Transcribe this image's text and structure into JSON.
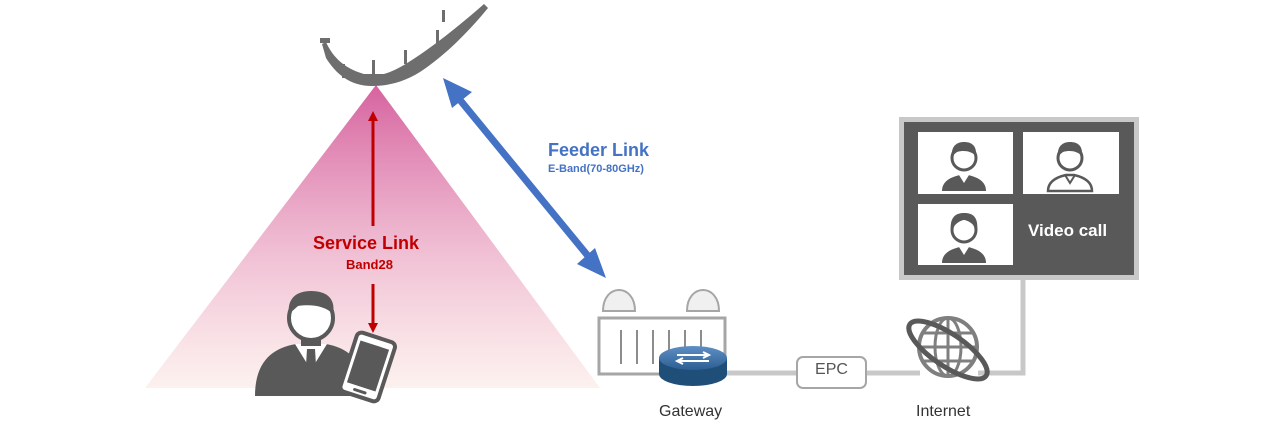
{
  "feeder_link": {
    "title": "Feeder Link",
    "band": "E-Band(70-80GHz)"
  },
  "service_link": {
    "title": "Service Link",
    "band": "Band28"
  },
  "nodes": {
    "epc": "EPC",
    "gateway": "Gateway",
    "internet": "Internet"
  },
  "video": {
    "label": "Video call"
  },
  "icons": {
    "aircraft": "haps-aircraft-icon",
    "user": "user-icon",
    "phone": "smartphone-icon",
    "gateway": "gateway-icon",
    "router": "router-icon",
    "globe": "globe-icon",
    "participant": "person-icon"
  },
  "colors": {
    "feeder": "#4472c4",
    "service": "#c00000",
    "beam": "#d8639e",
    "monitor": "#595959",
    "line": "#c8c8c8"
  }
}
